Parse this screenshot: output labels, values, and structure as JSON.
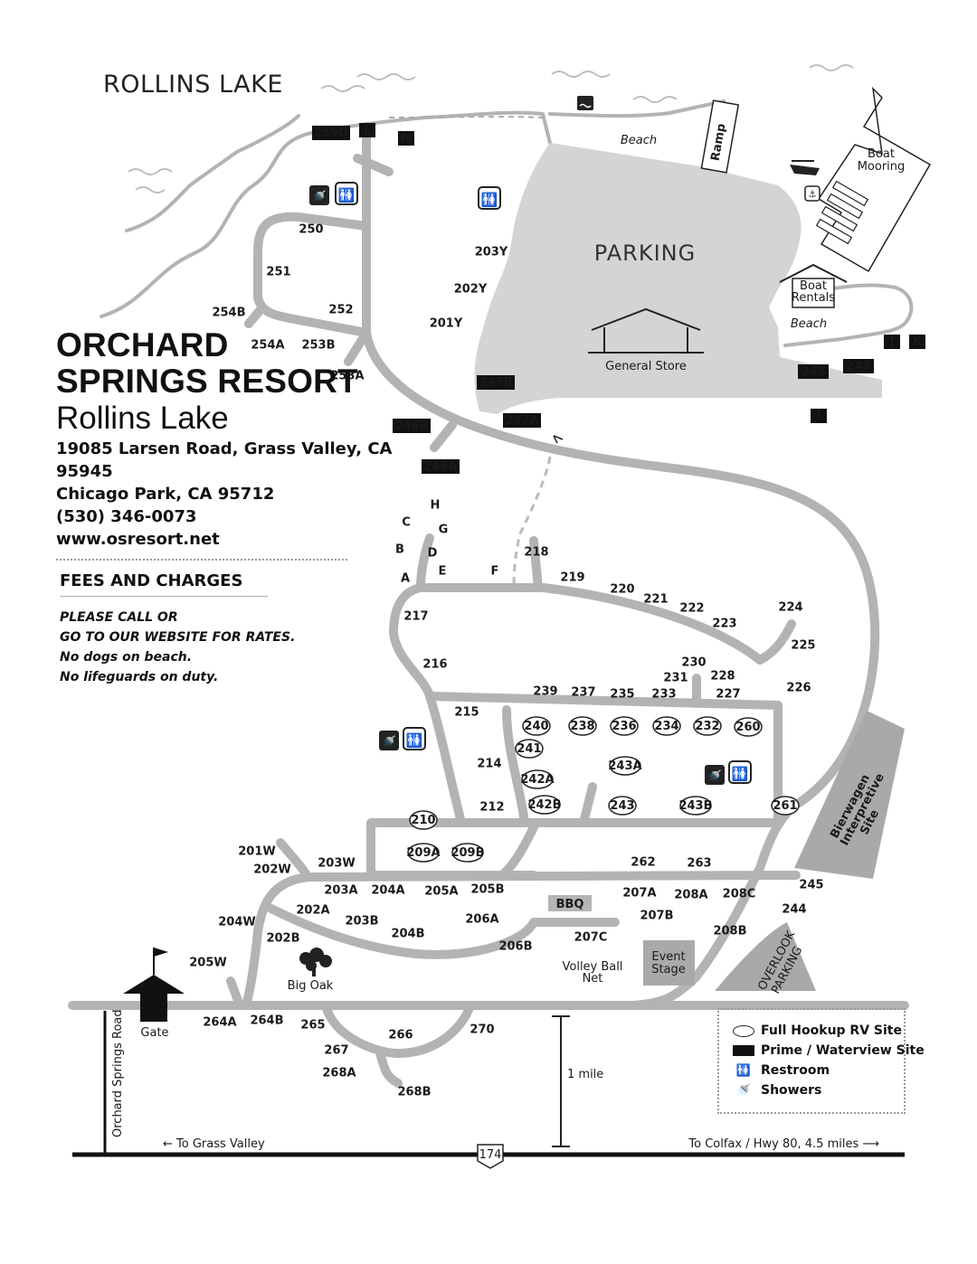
{
  "lake_title": "ROLLINS LAKE",
  "resort": {
    "name_line1": "ORCHARD",
    "name_line2": "SPRINGS RESORT",
    "subtitle": "Rollins Lake",
    "address1": "19085 Larsen Road, Grass Valley, CA 95945",
    "address2": "Chicago Park, CA 95712",
    "phone": "(530) 346-0073",
    "website": "www.osresort.net"
  },
  "fees": {
    "heading": "FEES AND CHARGES",
    "notes": [
      "PLEASE CALL OR",
      "GO TO OUR WEBSITE FOR RATES.",
      "No dogs on beach.",
      "No lifeguards on duty."
    ]
  },
  "areas": {
    "parking": "PARKING",
    "beach": "Beach",
    "ramp": "Ramp",
    "boat_mooring_1": "Boat",
    "boat_mooring_2": "Mooring",
    "boat_rentals_1": "Boat",
    "boat_rentals_2": "Rentals",
    "general_store": "General Store",
    "bbq": "BBQ",
    "event_stage_1": "Event",
    "event_stage_2": "Stage",
    "volley_1": "Volley Ball",
    "volley_2": "Net",
    "big_oak": "Big Oak",
    "gate": "Gate",
    "overlook_1": "OVERLOOK",
    "overlook_2": "PARKING",
    "bierwagen_1": "Bierwagen",
    "bierwagen_2": "Interpretive",
    "bierwagen_3": "Site",
    "road_name": "Orchard Springs Road",
    "to_grass_valley": "← To Grass Valley",
    "to_colfax": "To Colfax / Hwy 80, 4.5 miles  ⟶",
    "scale": "1 mile",
    "hwy": "174"
  },
  "prime_sites": [
    "255D",
    "L",
    "M",
    "247B",
    "247A",
    "246B",
    "246A",
    "248",
    "249",
    "J",
    "K",
    "I"
  ],
  "rv_sites": [
    "240",
    "238",
    "236",
    "234",
    "232",
    "260",
    "241",
    "242A",
    "243A",
    "242B",
    "243",
    "243B",
    "261",
    "210",
    "209A",
    "209B"
  ],
  "sites": [
    "250",
    "251",
    "252",
    "254B",
    "254A",
    "253B",
    "253A",
    "203Y",
    "202Y",
    "201Y",
    "H",
    "C",
    "G",
    "B",
    "D",
    "A",
    "E",
    "F",
    "218",
    "219",
    "220",
    "221",
    "222",
    "223",
    "224",
    "225",
    "217",
    "216",
    "230",
    "231",
    "228",
    "226",
    "239",
    "237",
    "235",
    "233",
    "227",
    "215",
    "214",
    "212",
    "201W",
    "202W",
    "203W",
    "262",
    "263",
    "245",
    "244",
    "203A",
    "204A",
    "205A",
    "205B",
    "207A",
    "208A",
    "208C",
    "202A",
    "203B",
    "206A",
    "207B",
    "204W",
    "202B",
    "204B",
    "207C",
    "206B",
    "208B",
    "205W",
    "264A",
    "264B",
    "265",
    "266",
    "270",
    "267",
    "268A",
    "268B"
  ],
  "legend": {
    "rv": "Full Hookup RV Site",
    "prime": "Prime / Waterview Site",
    "restroom": "Restroom",
    "showers": "Showers"
  },
  "colors": {
    "road": "#b3b3b3",
    "parking": "#d4d4d4",
    "prime_fill": "#111111",
    "site_fill": "#a9a9a9"
  }
}
